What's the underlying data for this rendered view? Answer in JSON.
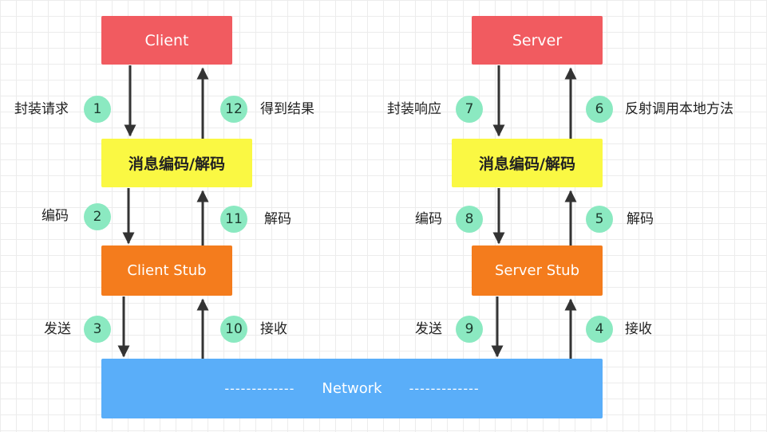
{
  "client": {
    "title": "Client",
    "codec": "消息编码/解码",
    "stub": "Client Stub",
    "steps": {
      "s1": {
        "num": "1",
        "label": "封装请求"
      },
      "s2": {
        "num": "2",
        "label": "编码"
      },
      "s3": {
        "num": "3",
        "label": "发送"
      },
      "s10": {
        "num": "10",
        "label": "接收"
      },
      "s11": {
        "num": "11",
        "label": "解码"
      },
      "s12": {
        "num": "12",
        "label": "得到结果"
      }
    }
  },
  "server": {
    "title": "Server",
    "codec": "消息编码/解码",
    "stub": "Server Stub",
    "steps": {
      "s4": {
        "num": "4",
        "label": "接收"
      },
      "s5": {
        "num": "5",
        "label": "解码"
      },
      "s6": {
        "num": "6",
        "label": "反射调用本地方法"
      },
      "s7": {
        "num": "7",
        "label": "封装响应"
      },
      "s8": {
        "num": "8",
        "label": "编码"
      },
      "s9": {
        "num": "9",
        "label": "发送"
      }
    }
  },
  "network": {
    "label": "Network",
    "dash_left": "-------------",
    "dash_right": "-------------"
  },
  "colors": {
    "endpoint": "#f15b60",
    "codec": "#faf843",
    "stub": "#f47c1d",
    "network": "#5aaef9",
    "badge": "#8be9c1",
    "arrow": "#333333"
  }
}
